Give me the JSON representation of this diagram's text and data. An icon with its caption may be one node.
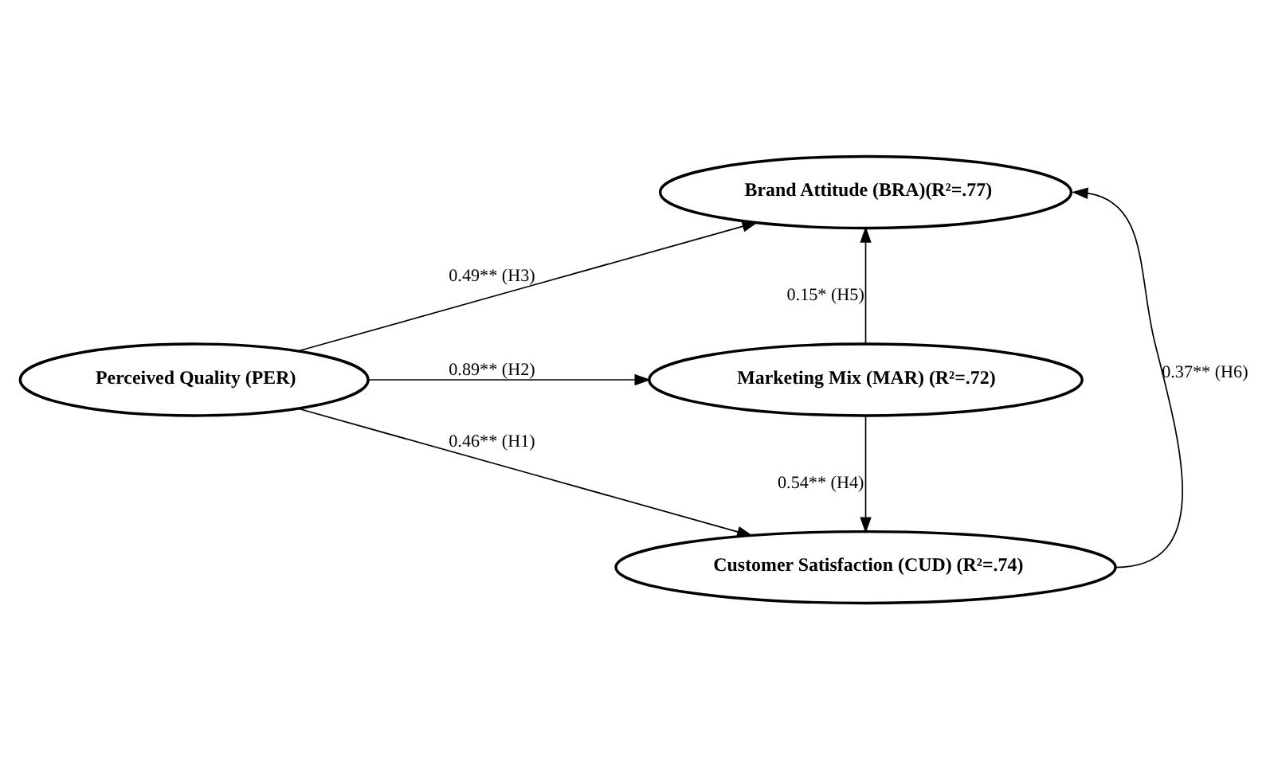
{
  "diagram": {
    "nodes": [
      {
        "text": [
          "Perceived Quality (PER)"
        ]
      },
      {
        "text": [
          "Brand Attitude (BRA)(R²=.77)"
        ]
      },
      {
        "text": [
          "Marketing Mix (MAR) (R²=.72)"
        ]
      },
      {
        "text": [
          "Customer Satisfaction (CUD) (R²=.74)"
        ]
      }
    ],
    "edges": [
      {
        "from": 0,
        "to": 1,
        "arrow": "to",
        "label": "0.49** (H3)"
      },
      {
        "from": 0,
        "to": 2,
        "arrow": "to",
        "label": "0.89** (H2)"
      },
      {
        "from": 0,
        "to": 3,
        "arrow": "to",
        "label": "0.46** (H1)"
      },
      {
        "from": 2,
        "to": 1,
        "arrow": "to",
        "label": "0.15* (H5)"
      },
      {
        "from": 2,
        "to": 3,
        "arrow": "to",
        "label": "0.54** (H4)"
      },
      {
        "from": 3,
        "to": 1,
        "arrow": "to",
        "label": "0.37** (H6)"
      }
    ]
  }
}
